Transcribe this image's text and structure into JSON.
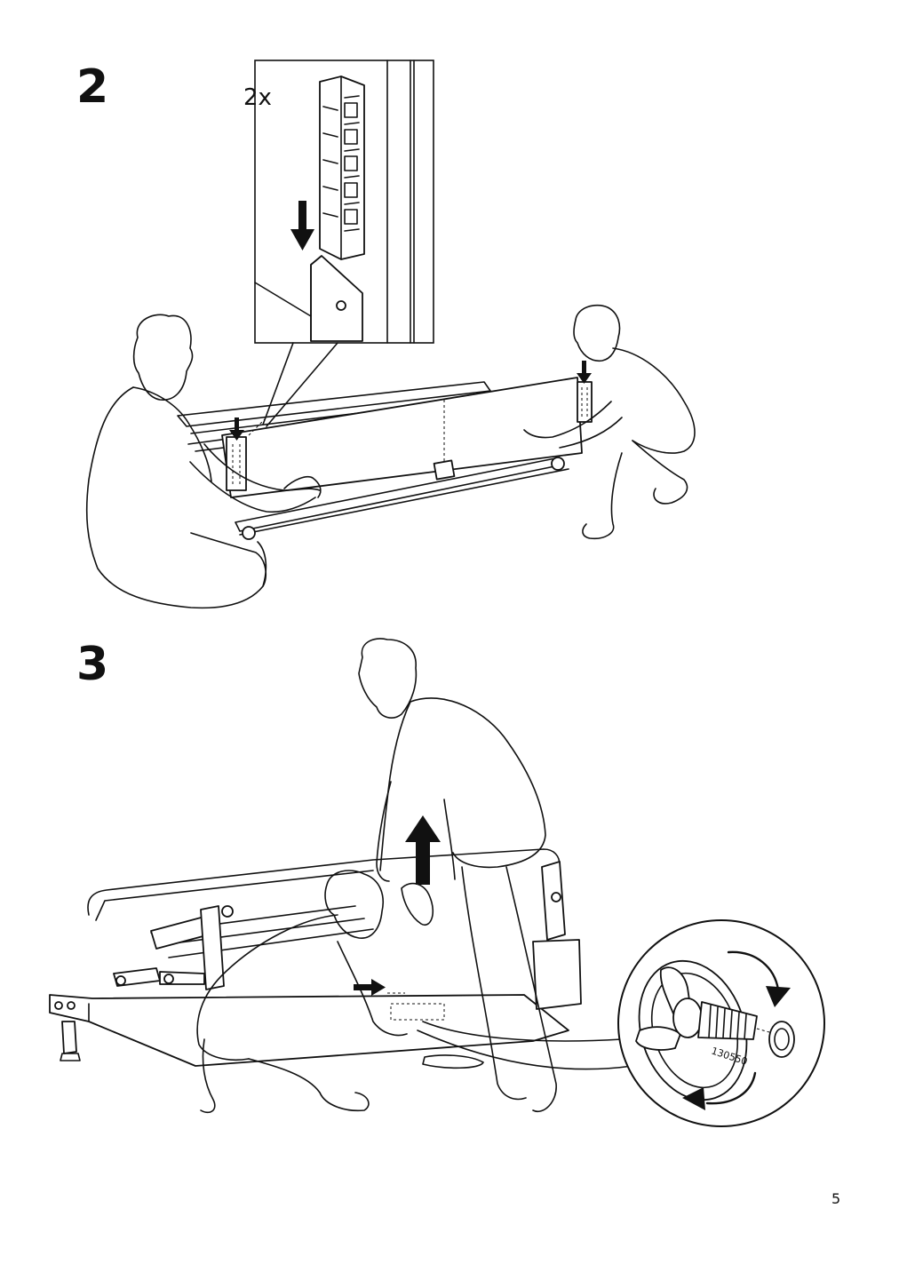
{
  "steps": [
    {
      "number": "2",
      "detail_quantity": "2x"
    },
    {
      "number": "3",
      "part_number": "130550"
    }
  ],
  "page": {
    "number": "5"
  },
  "colors": {
    "ink": "#111111",
    "paper": "#ffffff"
  }
}
